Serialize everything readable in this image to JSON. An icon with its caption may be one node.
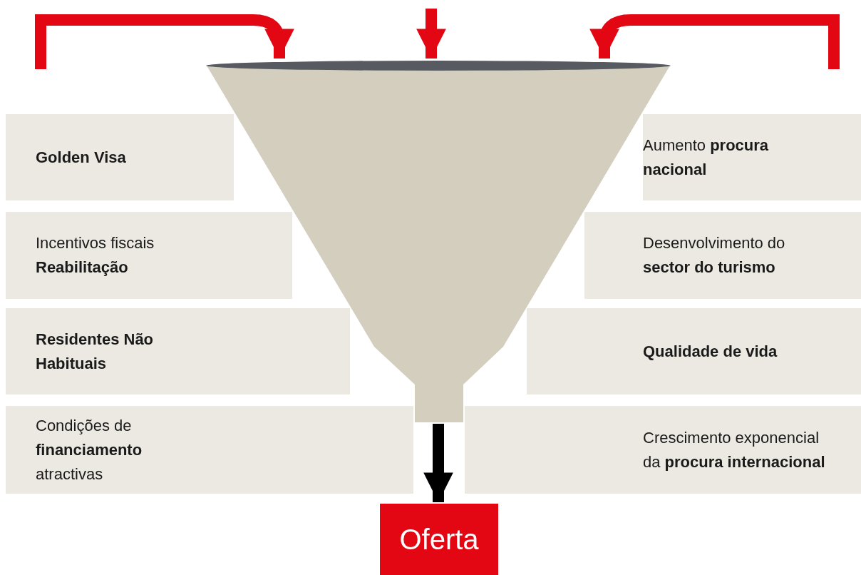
{
  "diagram": {
    "nodes": [
      {
        "text": [
          "Golden Visa"
        ]
      },
      {
        "text": [
          "Aumento **procura nacional**"
        ]
      },
      {
        "text": [
          "Incentivos fiscais **Reabilitação**"
        ]
      },
      {
        "text": [
          "Desenvolvimento do **sector do turismo**"
        ]
      },
      {
        "text": [
          "Residentes Não Habituais"
        ]
      },
      {
        "text": [
          "Qualidade de vida"
        ]
      },
      {
        "text": [
          "Condições de **financiamento** atractivas"
        ]
      },
      {
        "text": [
          "Crescimento exponencial da **procura internacional**"
        ]
      },
      {
        "text": [],
        "shape": "funnel"
      },
      {
        "text": [
          "Oferta"
        ]
      }
    ],
    "edges": [
      {
        "from": null,
        "to": 8,
        "arrow": "to"
      },
      {
        "from": null,
        "to": 8,
        "arrow": "to"
      },
      {
        "from": null,
        "to": 8,
        "arrow": "to"
      },
      {
        "from": 8,
        "to": 9,
        "arrow": "to",
        "color": "#000000"
      }
    ]
  }
}
